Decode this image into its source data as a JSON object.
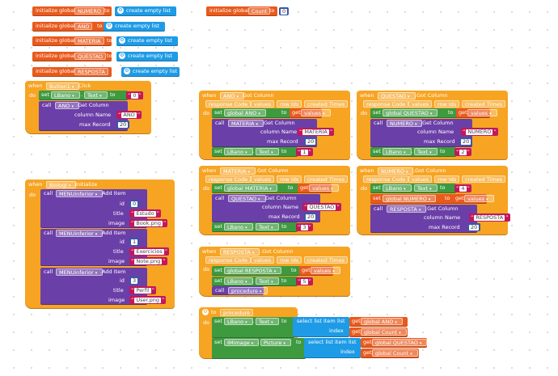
{
  "kw": {
    "init_global": "initialize global",
    "to": "to",
    "create_empty_list": "create empty list",
    "when": "when",
    "do": "do",
    "call": "call",
    "set": "set",
    "get": "get",
    "column_name": "column Name",
    "max_record": "max Record",
    "add_item": ".Add Item",
    "id": "id",
    "title": "title",
    "image": "image",
    "got_column": ".Got Column",
    "get_column": ".Get Column",
    "click": ".Click",
    "initialize": ".Initialize",
    "response_code": "response Code",
    "values": "values",
    "row_ids": "row Ids",
    "created_times": "created Times",
    "select_list_item": "select list item",
    "list": "list",
    "index": "index",
    "procedure_kw": "to",
    "dot": "."
  },
  "globals": [
    {
      "name": "NUMERO"
    },
    {
      "name": "ANO"
    },
    {
      "name": "MATERIA"
    },
    {
      "name": "QUESTAO"
    },
    {
      "name": "RESPOSTA"
    }
  ],
  "count_global": {
    "name": "Count",
    "value": "0"
  },
  "components": {
    "button1": "Button1",
    "lbano": "LBano",
    "text": "Text",
    "ano": "ANO",
    "materia": "MATERIA",
    "questao": "QUESTAO",
    "numero": "NUMERO",
    "resposta": "RESPOSTA",
    "biologi": "Biologi",
    "menuinferior": "MENUinferior",
    "imimage": "IMimage",
    "picture": "Picture",
    "procedure": "procedure"
  },
  "button_click": {
    "text_value": "0",
    "column": "ANO",
    "max": "20"
  },
  "biologi_items": [
    {
      "id": "0",
      "title": "Estudo",
      "image": "Book.png"
    },
    {
      "id": "1",
      "title": "Exercicios",
      "image": "Note.png"
    },
    {
      "id": "3",
      "title": "Perfil",
      "image": "User.png"
    }
  ],
  "got_ano": {
    "global": "global ANO",
    "call_comp": "MATERIA",
    "column": "MATERIA",
    "max": "20",
    "set_value": "1"
  },
  "got_questao": {
    "global": "global QUESTAO",
    "call_comp": "NUMERO",
    "column": "NUMERO",
    "max": "20",
    "set_value": "2"
  },
  "got_materia": {
    "global": "global MATERIA",
    "call_comp": "QUESTAO",
    "column": "QUESTAO",
    "max": "20",
    "set_value": "3"
  },
  "got_numero": {
    "global": "global NUMERO",
    "call_comp": "RESPOSTA",
    "column": "RESPOSTA",
    "max": "20",
    "set_value": "4"
  },
  "got_resposta": {
    "global": "global RESPOSTA",
    "set_value": "5"
  },
  "proc": {
    "list1": "global ANO",
    "index1": "global Count",
    "list2": "global QUESTAO",
    "index2": "global Count"
  },
  "colors": {
    "event": "#f7a423",
    "component": "#6b3fa8",
    "setter": "#3e9a3f",
    "variable": "#e95a1c",
    "text": "#c2185b",
    "list": "#1e9be6",
    "math": "#3a57a8"
  }
}
